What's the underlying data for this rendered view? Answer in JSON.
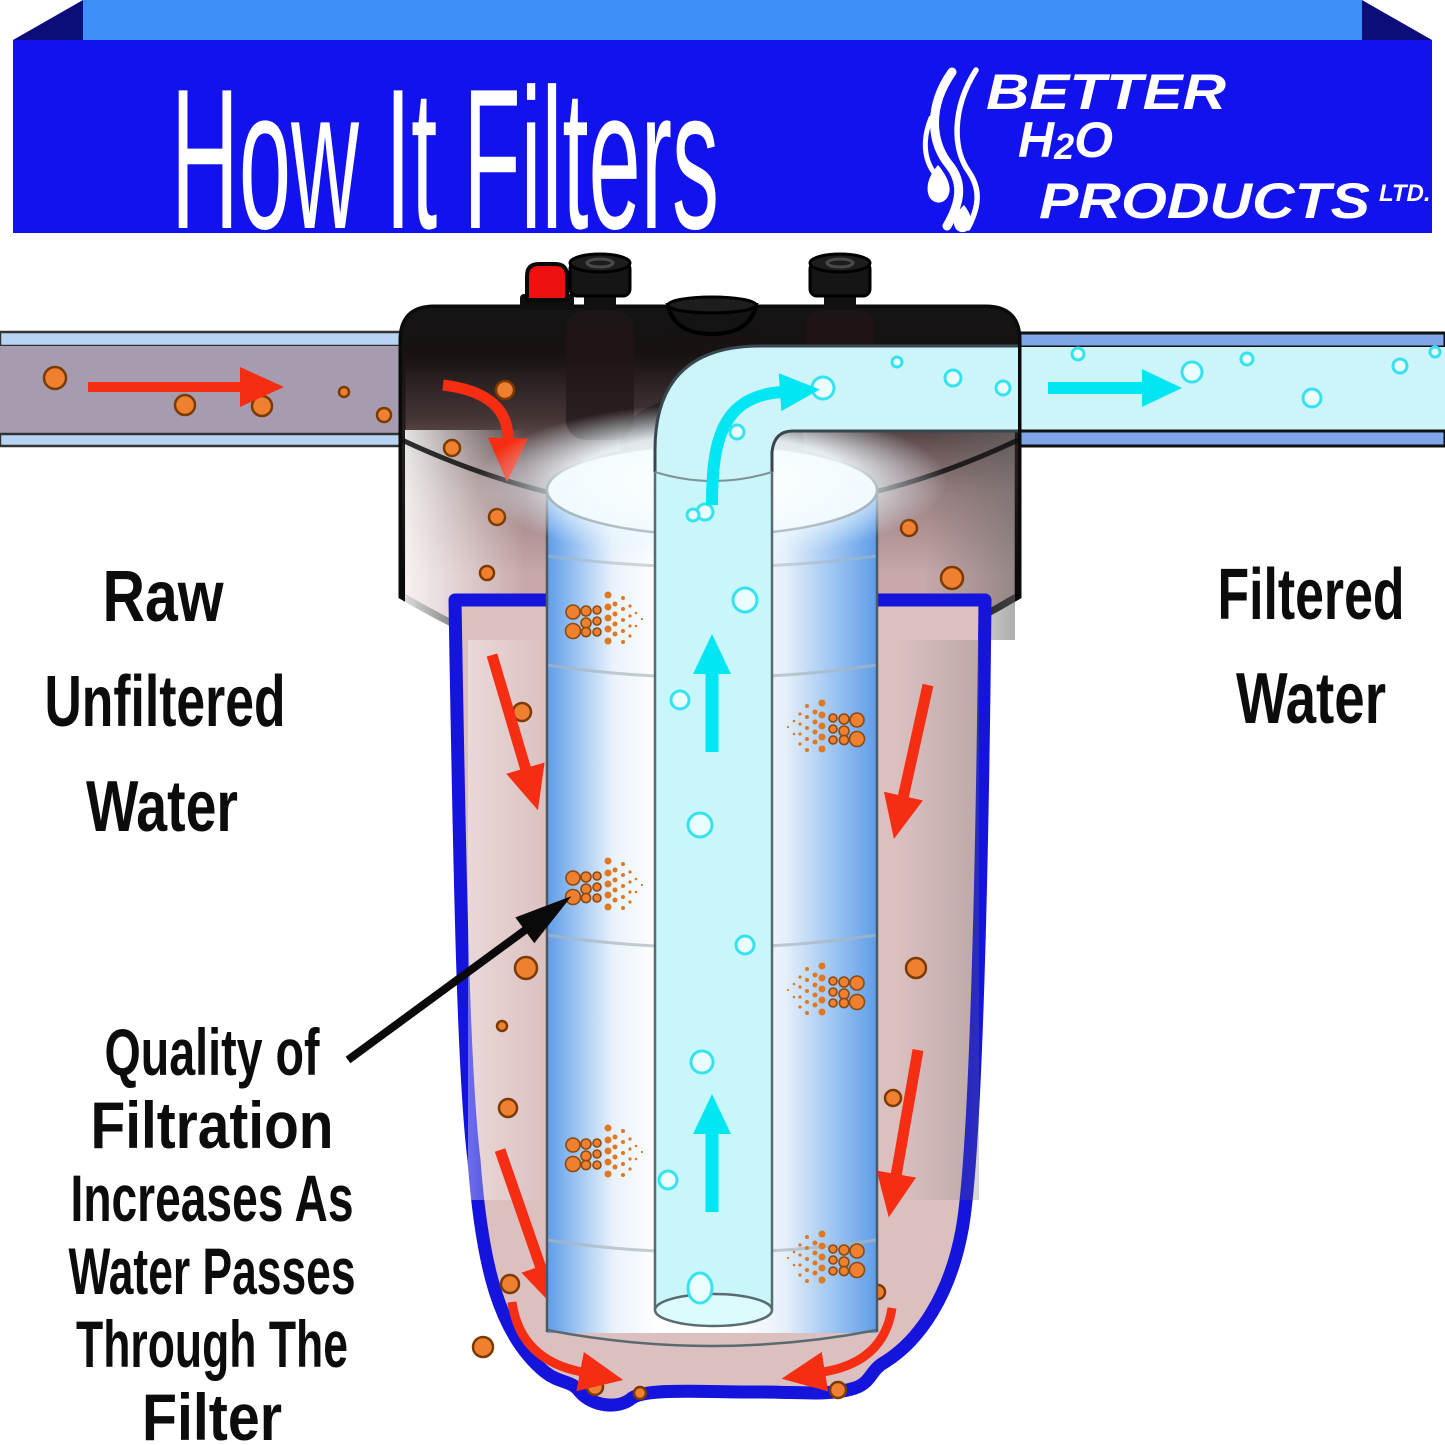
{
  "banner": {
    "title": "How It Filters",
    "logo": {
      "line1": "BETTER",
      "h2o_parts": [
        "H",
        "2",
        "O"
      ],
      "line2": "PRODUCTS",
      "suffix": "LTD."
    }
  },
  "labels": {
    "raw_lines": [
      "Raw",
      "Unfiltered",
      "Water"
    ],
    "filtered_lines": [
      "Filtered",
      "Water"
    ],
    "quality_lines": [
      "Quality of",
      "Filtration",
      "Increases As",
      "Water Passes",
      "Through The",
      "Filter"
    ]
  },
  "colors": {
    "banner_front_blue": "#1212EE",
    "banner_top_blue": "#3E8EF7",
    "banner_side_navy": "#0D0D7A",
    "raw_flow_red": "#F52D12",
    "filtered_flow_cyan": "#00E6F2",
    "sediment_orange": "#EF8030",
    "housing_outline_blue": "#1414DC",
    "raw_pipe_interior": "#A79CAF",
    "raw_pipe_border": "#B7D4F2",
    "filtered_pipe_interior": "#CDF4F9",
    "filtered_pipe_border": "#7FA6E8",
    "sediment_channel_pink": "#DCC0C0",
    "cap_black": "#161616",
    "label_text": "#0C0C0C"
  },
  "icons": {
    "logo_mark": "water-swirl-icon",
    "raw_flow": "red-flow-arrow-icon",
    "filtered_flow": "cyan-flow-arrow-icon",
    "annotation": "black-pointer-arrow-icon",
    "pressure_button": "red-pressure-release-button",
    "trapped_particles": "sediment-arrow-cluster"
  }
}
